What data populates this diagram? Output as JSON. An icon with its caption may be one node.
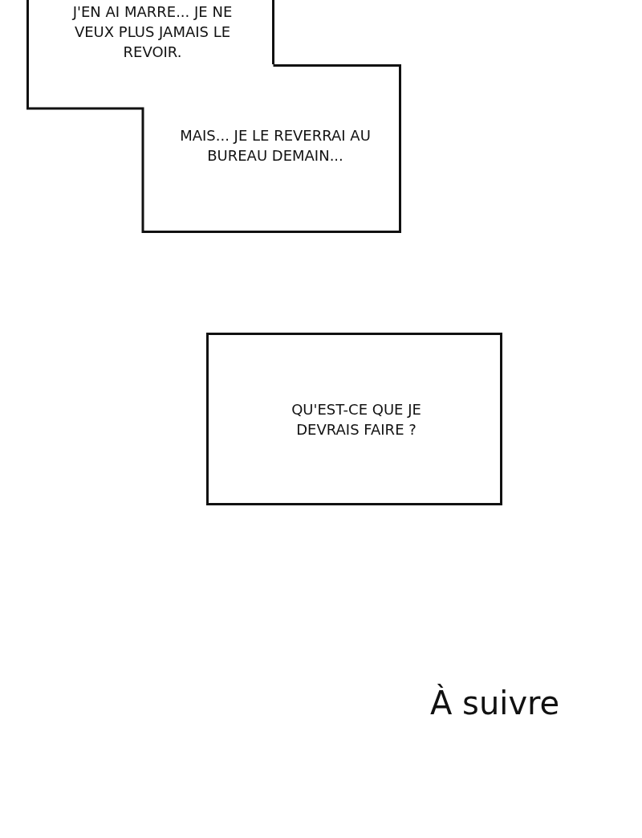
{
  "diagram": {
    "nodes": [
      {
        "text": [
          "J'EN AI MARRE... JE NE VEUX PLUS JAMAIS LE REVOIR."
        ]
      },
      {
        "text": [
          "MAIS... JE LE REVERRAI AU BUREAU DEMAIN..."
        ]
      },
      {
        "text": [
          "QU'EST-CE QUE JE DEVRAIS FAIRE ?"
        ]
      }
    ],
    "labels": [
      "À suivre"
    ]
  }
}
